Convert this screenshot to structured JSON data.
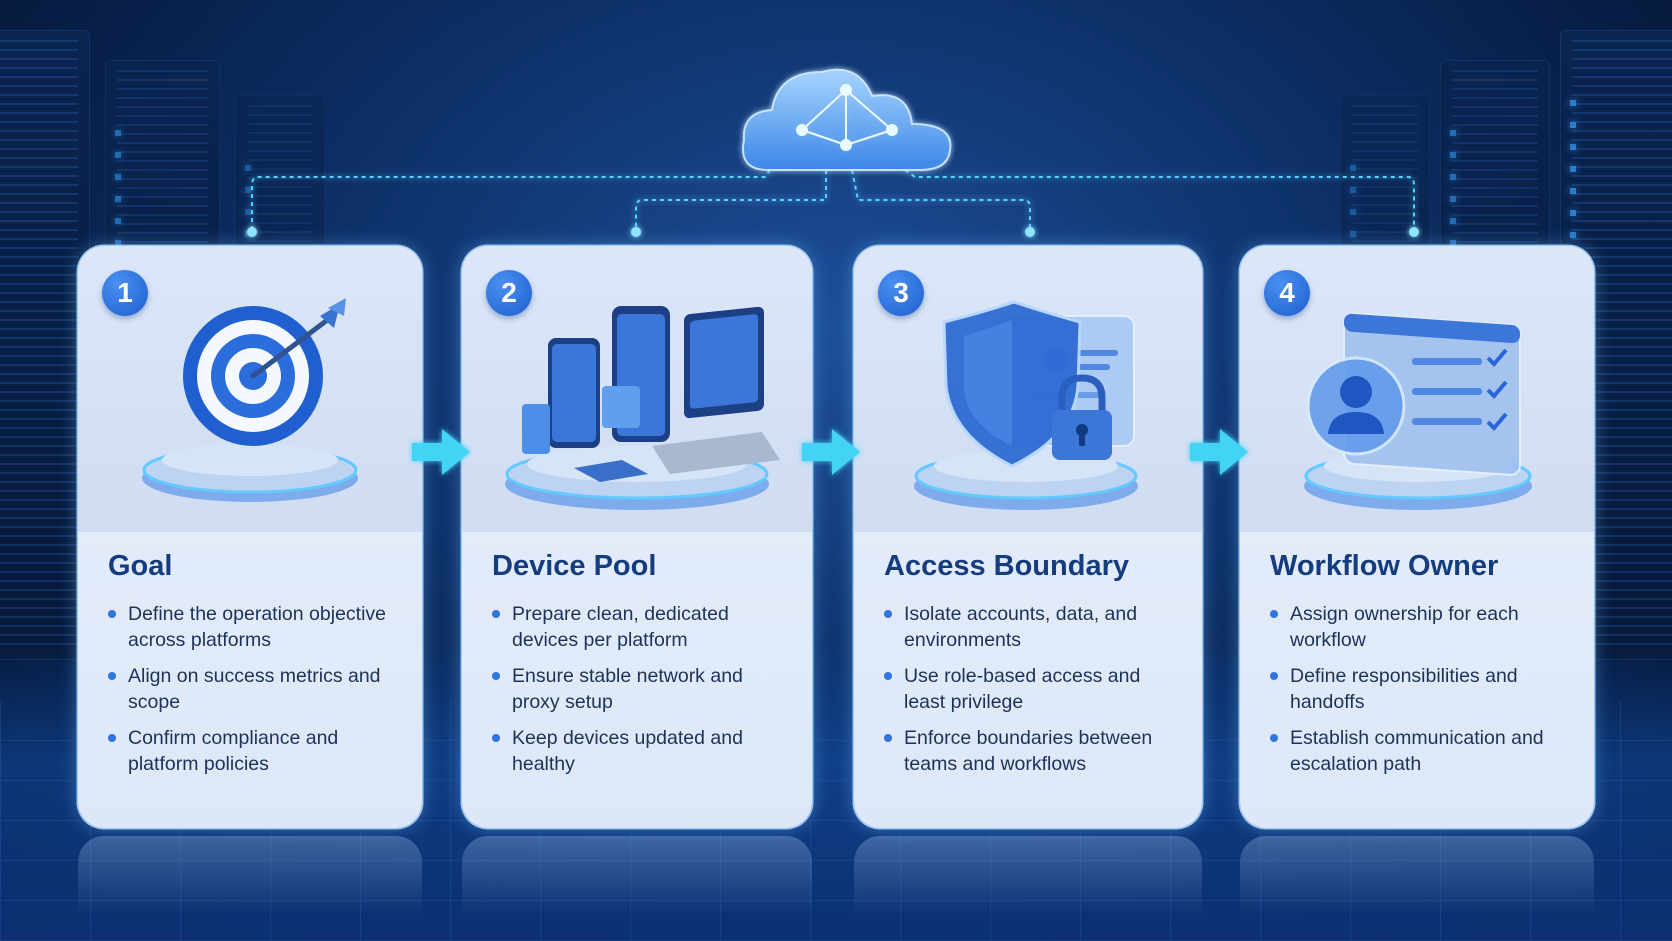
{
  "steps": [
    {
      "number": "1",
      "title": "Goal",
      "icon": "target-icon",
      "bullets": [
        "Define the operation objective across platforms",
        "Align on success metrics and scope",
        "Confirm compliance and platform policies"
      ]
    },
    {
      "number": "2",
      "title": "Device Pool",
      "icon": "devices-icon",
      "bullets": [
        "Prepare clean, dedicated devices per platform",
        "Ensure stable network and proxy setup",
        "Keep devices updated and healthy"
      ]
    },
    {
      "number": "3",
      "title": "Access Boundary",
      "icon": "shield-lock-icon",
      "bullets": [
        "Isolate accounts, data, and environments",
        "Use role-based access and least privilege",
        "Enforce boundaries between teams and workflows"
      ]
    },
    {
      "number": "4",
      "title": "Workflow Owner",
      "icon": "workflow-owner-icon",
      "bullets": [
        "Assign ownership for each workflow",
        "Define responsibilities and handoffs",
        "Establish communication and escalation path"
      ]
    }
  ],
  "hub_icon": "cloud-network-icon",
  "colors": {
    "accent": "#2e73e0",
    "title": "#143c7e",
    "glow": "#4fd6ff",
    "arrow": "#43d3f5"
  }
}
